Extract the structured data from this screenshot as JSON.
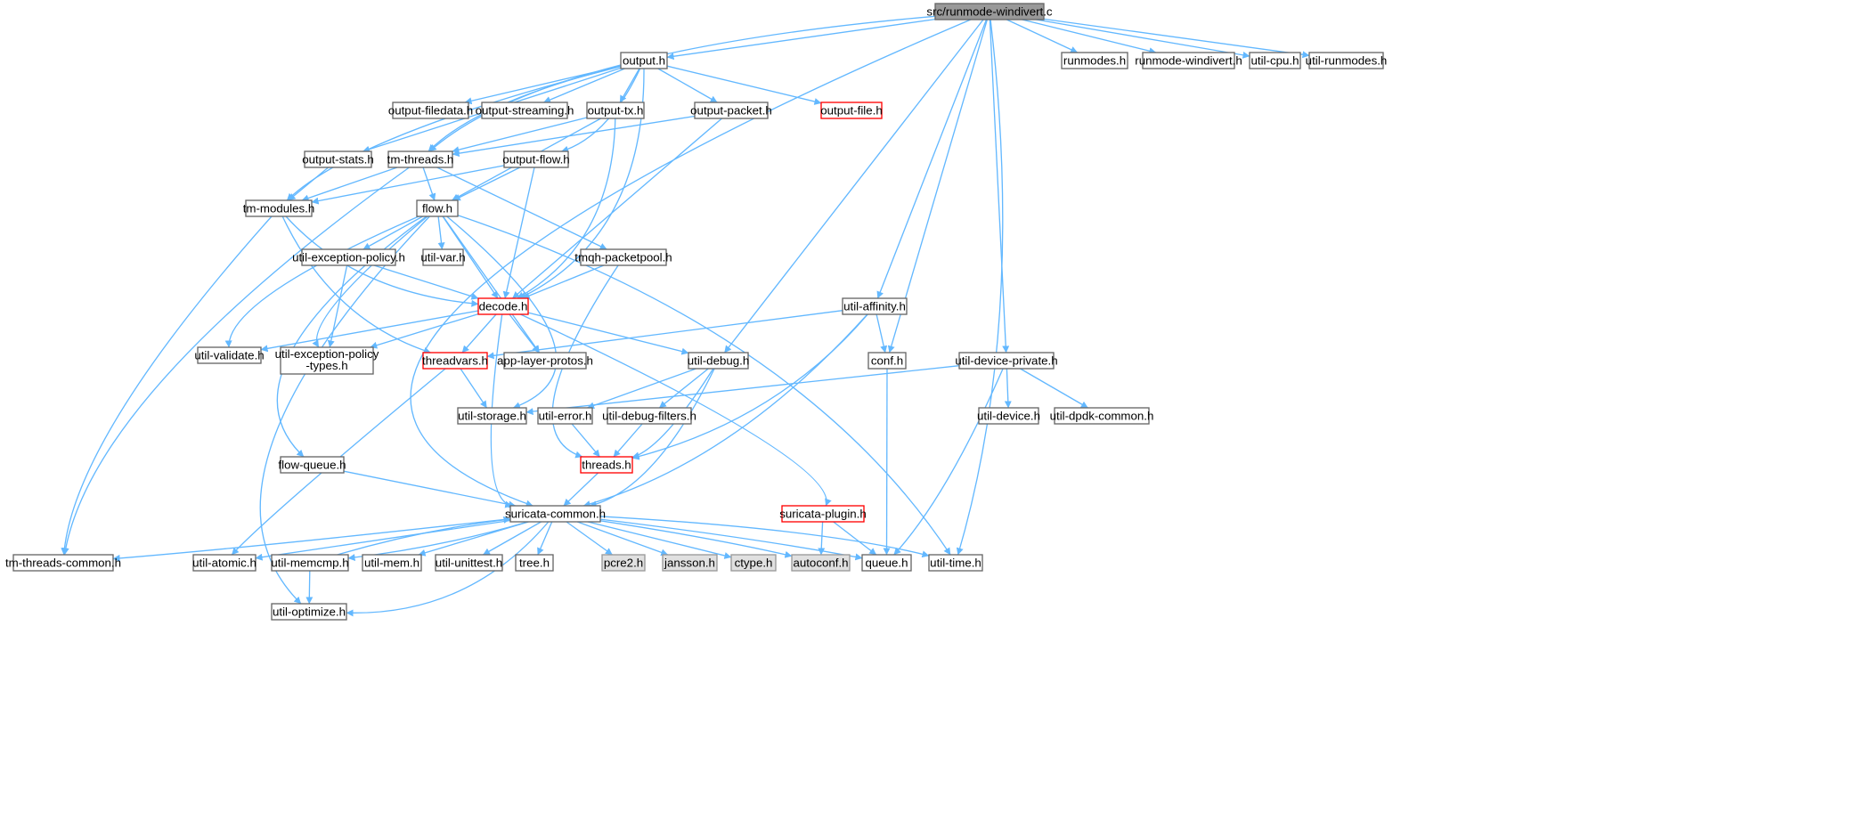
{
  "colors": {
    "edge": "#63b8ff",
    "node_border": "#666666",
    "node_fill": "#ffffff",
    "root_fill": "#999999",
    "root_border": "#666666",
    "truncated_border": "#ff0000",
    "external_fill": "#e0e0e0",
    "external_border": "#999999"
  },
  "nodes": [
    {
      "id": "runmode_windivert_c",
      "label": "src/runmode-windivert.c",
      "style": "root"
    },
    {
      "id": "output_h",
      "label": "output.h",
      "style": "normal"
    },
    {
      "id": "runmodes_h",
      "label": "runmodes.h",
      "style": "normal"
    },
    {
      "id": "runmode_windivert_h",
      "label": "runmode-windivert.h",
      "style": "normal"
    },
    {
      "id": "util_cpu_h",
      "label": "util-cpu.h",
      "style": "normal"
    },
    {
      "id": "util_runmodes_h",
      "label": "util-runmodes.h",
      "style": "normal"
    },
    {
      "id": "output_filedata_h",
      "label": "output-filedata.h",
      "style": "normal"
    },
    {
      "id": "output_streaming_h",
      "label": "output-streaming.h",
      "style": "normal"
    },
    {
      "id": "output_tx_h",
      "label": "output-tx.h",
      "style": "normal"
    },
    {
      "id": "output_packet_h",
      "label": "output-packet.h",
      "style": "normal"
    },
    {
      "id": "output_file_h",
      "label": "output-file.h",
      "style": "truncated"
    },
    {
      "id": "output_stats_h",
      "label": "output-stats.h",
      "style": "normal"
    },
    {
      "id": "tm_threads_h",
      "label": "tm-threads.h",
      "style": "normal"
    },
    {
      "id": "output_flow_h",
      "label": "output-flow.h",
      "style": "normal"
    },
    {
      "id": "tm_modules_h",
      "label": "tm-modules.h",
      "style": "normal"
    },
    {
      "id": "flow_h",
      "label": "flow.h",
      "style": "normal"
    },
    {
      "id": "util_exception_policy_h",
      "label": "util-exception-policy.h",
      "style": "normal"
    },
    {
      "id": "util_var_h",
      "label": "util-var.h",
      "style": "normal"
    },
    {
      "id": "tmqh_packetpool_h",
      "label": "tmqh-packetpool.h",
      "style": "normal"
    },
    {
      "id": "decode_h",
      "label": "decode.h",
      "style": "truncated"
    },
    {
      "id": "util_affinity_h",
      "label": "util-affinity.h",
      "style": "normal"
    },
    {
      "id": "util_validate_h",
      "label": "util-validate.h",
      "style": "normal"
    },
    {
      "id": "util_exception_policy_types_h",
      "label": "util-exception-policy",
      "label2": "-types.h",
      "style": "normal"
    },
    {
      "id": "threadvars_h",
      "label": "threadvars.h",
      "style": "truncated"
    },
    {
      "id": "app_layer_protos_h",
      "label": "app-layer-protos.h",
      "style": "normal"
    },
    {
      "id": "util_debug_h",
      "label": "util-debug.h",
      "style": "normal"
    },
    {
      "id": "conf_h",
      "label": "conf.h",
      "style": "normal"
    },
    {
      "id": "util_device_private_h",
      "label": "util-device-private.h",
      "style": "normal"
    },
    {
      "id": "util_storage_h",
      "label": "util-storage.h",
      "style": "normal"
    },
    {
      "id": "util_error_h",
      "label": "util-error.h",
      "style": "normal"
    },
    {
      "id": "util_debug_filters_h",
      "label": "util-debug-filters.h",
      "style": "normal"
    },
    {
      "id": "util_device_h",
      "label": "util-device.h",
      "style": "normal"
    },
    {
      "id": "util_dpdk_common_h",
      "label": "util-dpdk-common.h",
      "style": "normal"
    },
    {
      "id": "flow_queue_h",
      "label": "flow-queue.h",
      "style": "normal"
    },
    {
      "id": "threads_h",
      "label": "threads.h",
      "style": "truncated"
    },
    {
      "id": "suricata_common_h",
      "label": "suricata-common.h",
      "style": "normal"
    },
    {
      "id": "suricata_plugin_h",
      "label": "suricata-plugin.h",
      "style": "truncated"
    },
    {
      "id": "tm_threads_common_h",
      "label": "tm-threads-common.h",
      "style": "normal"
    },
    {
      "id": "util_atomic_h",
      "label": "util-atomic.h",
      "style": "normal"
    },
    {
      "id": "util_memcmp_h",
      "label": "util-memcmp.h",
      "style": "normal"
    },
    {
      "id": "util_mem_h",
      "label": "util-mem.h",
      "style": "normal"
    },
    {
      "id": "util_unittest_h",
      "label": "util-unittest.h",
      "style": "normal"
    },
    {
      "id": "tree_h",
      "label": "tree.h",
      "style": "normal"
    },
    {
      "id": "pcre2_h",
      "label": "pcre2.h",
      "style": "external"
    },
    {
      "id": "jansson_h",
      "label": "jansson.h",
      "style": "external"
    },
    {
      "id": "ctype_h",
      "label": "ctype.h",
      "style": "external"
    },
    {
      "id": "autoconf_h",
      "label": "autoconf.h",
      "style": "external"
    },
    {
      "id": "queue_h",
      "label": "queue.h",
      "style": "normal"
    },
    {
      "id": "util_time_h",
      "label": "util-time.h",
      "style": "normal"
    },
    {
      "id": "util_optimize_h",
      "label": "util-optimize.h",
      "style": "normal"
    }
  ],
  "edges": [
    [
      "runmode_windivert_c",
      "output_h"
    ],
    [
      "runmode_windivert_c",
      "runmodes_h"
    ],
    [
      "runmode_windivert_c",
      "runmode_windivert_h"
    ],
    [
      "runmode_windivert_c",
      "util_cpu_h"
    ],
    [
      "runmode_windivert_c",
      "util_runmodes_h"
    ],
    [
      "runmode_windivert_c",
      "tm_threads_h"
    ],
    [
      "runmode_windivert_c",
      "util_debug_h"
    ],
    [
      "runmode_windivert_c",
      "util_affinity_h"
    ],
    [
      "runmode_windivert_c",
      "conf_h"
    ],
    [
      "runmode_windivert_c",
      "util_device_private_h"
    ],
    [
      "runmode_windivert_c",
      "util_time_h"
    ],
    [
      "runmode_windivert_c",
      "suricata_common_h"
    ],
    [
      "output_h",
      "output_filedata_h"
    ],
    [
      "output_h",
      "output_streaming_h"
    ],
    [
      "output_h",
      "output_tx_h"
    ],
    [
      "output_h",
      "output_packet_h"
    ],
    [
      "output_h",
      "output_file_h"
    ],
    [
      "output_h",
      "output_stats_h"
    ],
    [
      "output_h",
      "tm_threads_h"
    ],
    [
      "output_h",
      "output_flow_h"
    ],
    [
      "output_h",
      "tm_modules_h"
    ],
    [
      "output_h",
      "decode_h"
    ],
    [
      "output_tx_h",
      "tm_threads_h"
    ],
    [
      "output_tx_h",
      "flow_h"
    ],
    [
      "output_tx_h",
      "decode_h"
    ],
    [
      "output_packet_h",
      "tm_threads_h"
    ],
    [
      "output_packet_h",
      "decode_h"
    ],
    [
      "output_stats_h",
      "tm_modules_h"
    ],
    [
      "output_flow_h",
      "tm_modules_h"
    ],
    [
      "output_flow_h",
      "flow_h"
    ],
    [
      "output_flow_h",
      "decode_h"
    ],
    [
      "tm_threads_h",
      "tm_modules_h"
    ],
    [
      "tm_threads_h",
      "flow_h"
    ],
    [
      "tm_threads_h",
      "tmqh_packetpool_h"
    ],
    [
      "tm_threads_h",
      "tm_threads_common_h"
    ],
    [
      "tm_modules_h",
      "decode_h"
    ],
    [
      "tm_modules_h",
      "threadvars_h"
    ],
    [
      "tm_modules_h",
      "tm_threads_common_h"
    ],
    [
      "flow_h",
      "util_exception_policy_h"
    ],
    [
      "flow_h",
      "util_var_h"
    ],
    [
      "flow_h",
      "decode_h"
    ],
    [
      "flow_h",
      "util_validate_h"
    ],
    [
      "flow_h",
      "util_exception_policy_types_h"
    ],
    [
      "flow_h",
      "app_layer_protos_h"
    ],
    [
      "flow_h",
      "util_storage_h"
    ],
    [
      "flow_h",
      "flow_queue_h"
    ],
    [
      "flow_h",
      "util_time_h"
    ],
    [
      "flow_h",
      "util_optimize_h"
    ],
    [
      "util_exception_policy_h",
      "decode_h"
    ],
    [
      "util_exception_policy_h",
      "util_exception_policy_types_h"
    ],
    [
      "tmqh_packetpool_h",
      "decode_h"
    ],
    [
      "tmqh_packetpool_h",
      "threads_h"
    ],
    [
      "decode_h",
      "util_validate_h"
    ],
    [
      "decode_h",
      "util_exception_policy_types_h"
    ],
    [
      "decode_h",
      "threadvars_h"
    ],
    [
      "decode_h",
      "app_layer_protos_h"
    ],
    [
      "decode_h",
      "util_debug_h"
    ],
    [
      "decode_h",
      "suricata_plugin_h"
    ],
    [
      "decode_h",
      "suricata_common_h"
    ],
    [
      "util_affinity_h",
      "threadvars_h"
    ],
    [
      "util_affinity_h",
      "conf_h"
    ],
    [
      "util_affinity_h",
      "threads_h"
    ],
    [
      "util_affinity_h",
      "suricata_common_h"
    ],
    [
      "threadvars_h",
      "util_storage_h"
    ],
    [
      "threadvars_h",
      "util_atomic_h"
    ],
    [
      "util_debug_h",
      "util_error_h"
    ],
    [
      "util_debug_h",
      "util_debug_filters_h"
    ],
    [
      "util_debug_h",
      "threads_h"
    ],
    [
      "util_debug_h",
      "suricata_common_h"
    ],
    [
      "conf_h",
      "queue_h"
    ],
    [
      "util_device_private_h",
      "util_storage_h"
    ],
    [
      "util_device_private_h",
      "util_device_h"
    ],
    [
      "util_device_private_h",
      "util_dpdk_common_h"
    ],
    [
      "util_device_private_h",
      "queue_h"
    ],
    [
      "util_error_h",
      "threads_h"
    ],
    [
      "util_debug_filters_h",
      "threads_h"
    ],
    [
      "flow_queue_h",
      "suricata_common_h"
    ],
    [
      "threads_h",
      "suricata_common_h"
    ],
    [
      "suricata_plugin_h",
      "queue_h"
    ],
    [
      "suricata_plugin_h",
      "autoconf_h"
    ],
    [
      "suricata_common_h",
      "tm_threads_common_h"
    ],
    [
      "suricata_common_h",
      "util_atomic_h"
    ],
    [
      "suricata_common_h",
      "util_memcmp_h"
    ],
    [
      "suricata_common_h",
      "util_mem_h"
    ],
    [
      "suricata_common_h",
      "util_unittest_h"
    ],
    [
      "suricata_common_h",
      "tree_h"
    ],
    [
      "suricata_common_h",
      "pcre2_h"
    ],
    [
      "suricata_common_h",
      "jansson_h"
    ],
    [
      "suricata_common_h",
      "ctype_h"
    ],
    [
      "suricata_common_h",
      "autoconf_h"
    ],
    [
      "suricata_common_h",
      "queue_h"
    ],
    [
      "suricata_common_h",
      "util_time_h"
    ],
    [
      "suricata_common_h",
      "util_optimize_h"
    ],
    [
      "util_memcmp_h",
      "suricata_common_h"
    ],
    [
      "util_memcmp_h",
      "util_optimize_h"
    ]
  ]
}
